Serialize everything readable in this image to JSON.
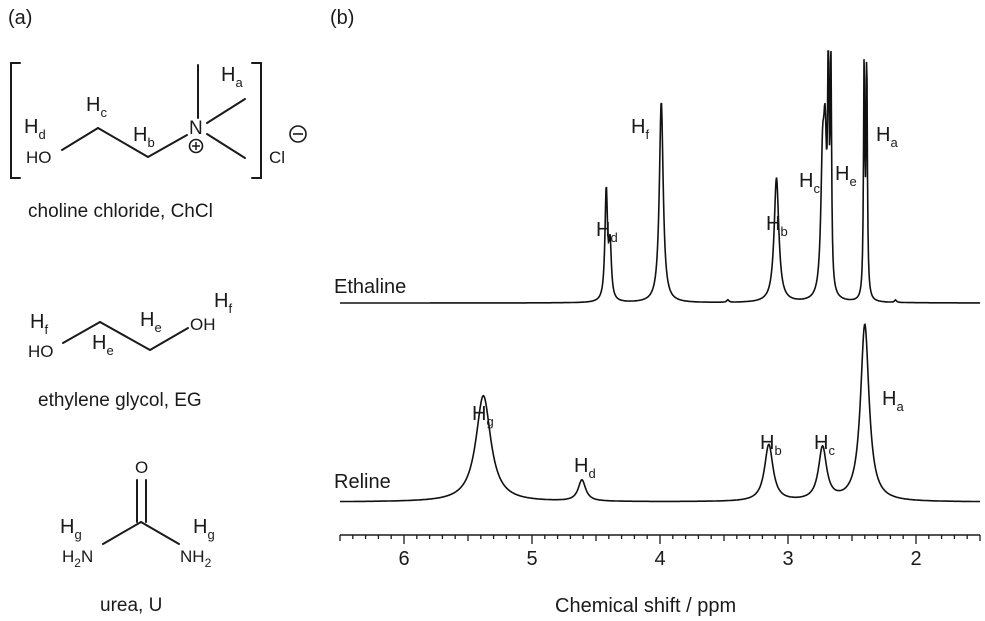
{
  "panel_a": {
    "label": "(a)",
    "choline": {
      "name": "choline chloride, ChCl",
      "atoms": {
        "ho": "HO",
        "n": "N",
        "cl": "Cl"
      },
      "h_labels": {
        "d": "d",
        "c": "c",
        "b": "b",
        "a": "a"
      },
      "h_symbol": "H"
    },
    "eg": {
      "name": "ethylene glycol, EG",
      "atoms": {
        "ho": "HO",
        "oh": "OH"
      },
      "h_labels": {
        "f1": "f",
        "e1": "e",
        "e2": "e",
        "f2": "f"
      },
      "h_symbol": "H"
    },
    "urea": {
      "name": "urea, U",
      "atoms": {
        "o": "O",
        "nh_left_n": "N",
        "nh_left_h": "H",
        "nh_left_sub": "2",
        "nh_right_n": "NH",
        "nh_right_sub": "2"
      },
      "h_labels": {
        "g1": "g",
        "g2": "g"
      },
      "h_symbol": "H"
    }
  },
  "panel_b": {
    "label": "(b)"
  },
  "chart_data": {
    "type": "line",
    "xlabel": "Chemical shift / ppm",
    "ylabel": "",
    "xlim": [
      6.5,
      1.5
    ],
    "x_reversed": true,
    "xticks": [
      6,
      5,
      4,
      3,
      2
    ],
    "grid": false,
    "series": [
      {
        "name": "Ethaline",
        "peaks": [
          {
            "x": 4.42,
            "height": 0.46,
            "width": 0.012,
            "label": "d"
          },
          {
            "x": 4.39,
            "height": 0.22,
            "width": 0.012
          },
          {
            "x": 3.99,
            "height": 0.84,
            "width": 0.018,
            "label": "f"
          },
          {
            "x": 3.47,
            "height": 0.01,
            "width": 0.01
          },
          {
            "x": 3.09,
            "height": 0.52,
            "width": 0.022,
            "label": "b"
          },
          {
            "x": 2.73,
            "height": 0.52,
            "width": 0.016
          },
          {
            "x": 2.71,
            "height": 0.55,
            "width": 0.014,
            "label": "c"
          },
          {
            "x": 2.685,
            "height": 1.0,
            "width": 0.006
          },
          {
            "x": 2.665,
            "height": 1.0,
            "width": 0.006,
            "label": "e"
          },
          {
            "x": 2.405,
            "height": 0.98,
            "width": 0.006
          },
          {
            "x": 2.385,
            "height": 0.98,
            "width": 0.006,
            "label": "a"
          },
          {
            "x": 2.16,
            "height": 0.01,
            "width": 0.01
          }
        ]
      },
      {
        "name": "Reline",
        "peaks": [
          {
            "x": 5.38,
            "height": 0.6,
            "width": 0.07,
            "label": "g"
          },
          {
            "x": 4.61,
            "height": 0.12,
            "width": 0.035,
            "label": "d"
          },
          {
            "x": 3.15,
            "height": 0.32,
            "width": 0.04,
            "label": "b"
          },
          {
            "x": 2.73,
            "height": 0.3,
            "width": 0.038,
            "label": "c"
          },
          {
            "x": 2.4,
            "height": 1.0,
            "width": 0.04,
            "label": "a"
          }
        ]
      }
    ]
  }
}
